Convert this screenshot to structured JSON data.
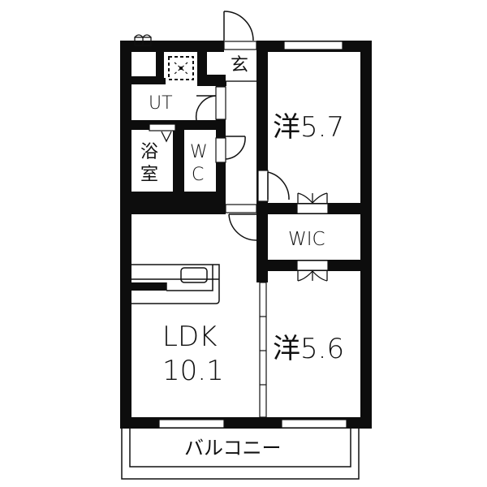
{
  "floorplan": {
    "colors": {
      "wall": "#0d0d0d",
      "background": "#ffffff",
      "line": "#111111"
    },
    "rooms": {
      "entrance": {
        "label": "玄"
      },
      "utility": {
        "label": "UT"
      },
      "bath": {
        "label_line1": "浴",
        "label_line2": "室"
      },
      "toilet": {
        "label_line1": "W",
        "label_line2": "C"
      },
      "western1": {
        "label": "洋5.7"
      },
      "wic": {
        "label": "WIC"
      },
      "western2": {
        "label": "洋5.6"
      },
      "ldk": {
        "label_line1": "LDK",
        "label_line2": "10.1"
      },
      "balcony": {
        "label": "バルコニー"
      }
    }
  }
}
